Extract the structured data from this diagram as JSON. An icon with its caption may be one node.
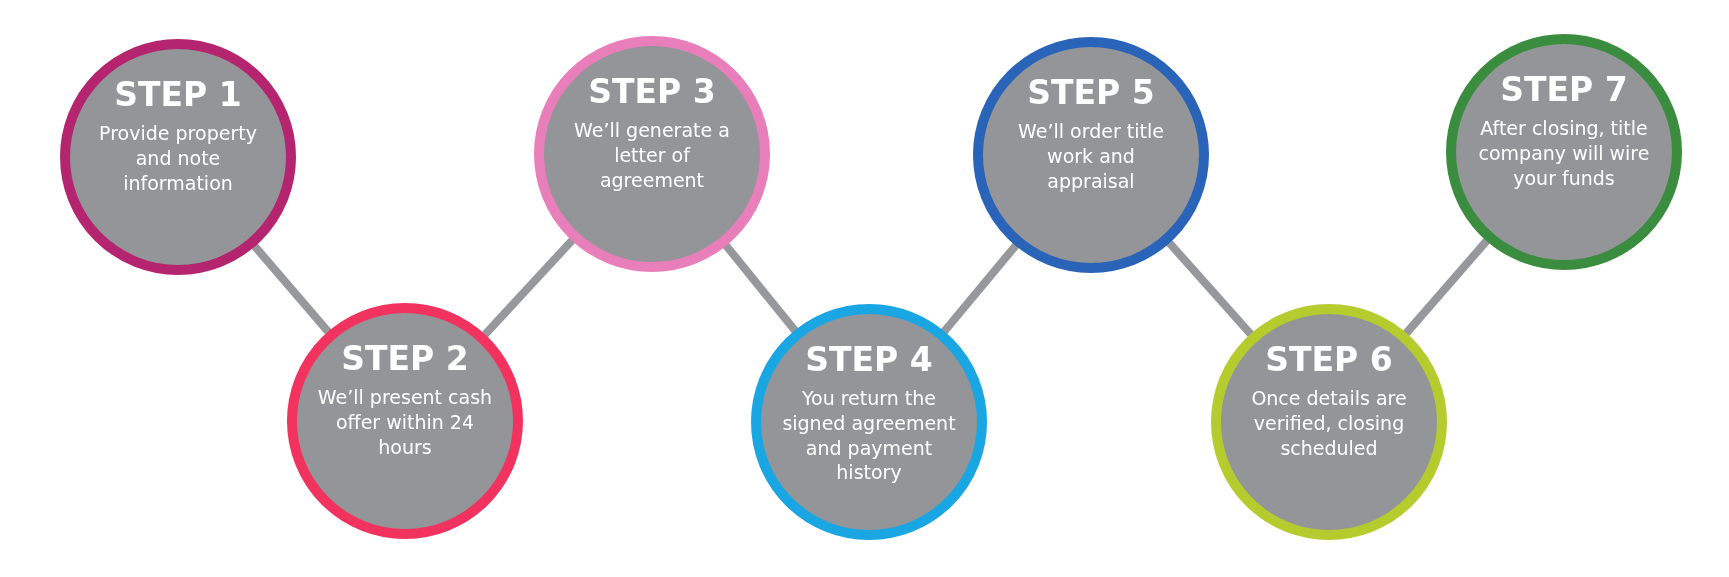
{
  "diagram": {
    "nodes": [
      {
        "text": [
          "STEP 1",
          "Provide property and note information"
        ]
      },
      {
        "text": [
          "STEP 2",
          "We’ll present cash offer within 24 hours"
        ]
      },
      {
        "text": [
          "STEP 3",
          "We’ll generate a letter of agreement"
        ]
      },
      {
        "text": [
          "STEP 4",
          "You return the signed agreement and payment history"
        ]
      },
      {
        "text": [
          "STEP 5",
          "We’ll order title work and appraisal"
        ]
      },
      {
        "text": [
          "STEP 6",
          "Once details are verified, closing scheduled"
        ]
      },
      {
        "text": [
          "STEP 7",
          "After closing, title company will wire your funds"
        ]
      }
    ],
    "edges": [
      {
        "from": 0,
        "to": 1,
        "arrow": "none"
      },
      {
        "from": 1,
        "to": 2,
        "arrow": "none"
      },
      {
        "from": 2,
        "to": 3,
        "arrow": "none"
      },
      {
        "from": 3,
        "to": 4,
        "arrow": "none"
      },
      {
        "from": 4,
        "to": 5,
        "arrow": "none"
      },
      {
        "from": 5,
        "to": 6,
        "arrow": "none"
      }
    ]
  }
}
